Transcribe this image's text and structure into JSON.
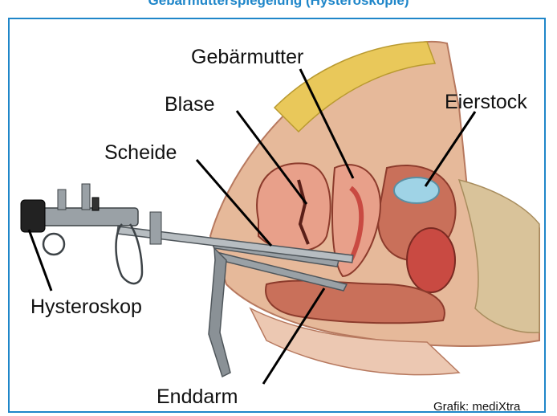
{
  "header": {
    "title": "Gebärmutterspiegelung (Hysteroskopie)"
  },
  "labels": {
    "uterus": "Gebärmutter",
    "bladder": "Blase",
    "ovary": "Eierstock",
    "vagina": "Scheide",
    "hysteroscope": "Hysteroskop",
    "rectum": "Enddarm"
  },
  "credit": "Grafik: mediXtra",
  "colors": {
    "frame_border": "#1f86c9",
    "header_text": "#1f86c9",
    "tissue_pink": "#e8a08a",
    "tissue_red": "#c94a42",
    "fat_yellow": "#e9c85a",
    "bone": "#d9c39a",
    "instrument": "#8a9196",
    "ovary": "#9fd3e6"
  }
}
